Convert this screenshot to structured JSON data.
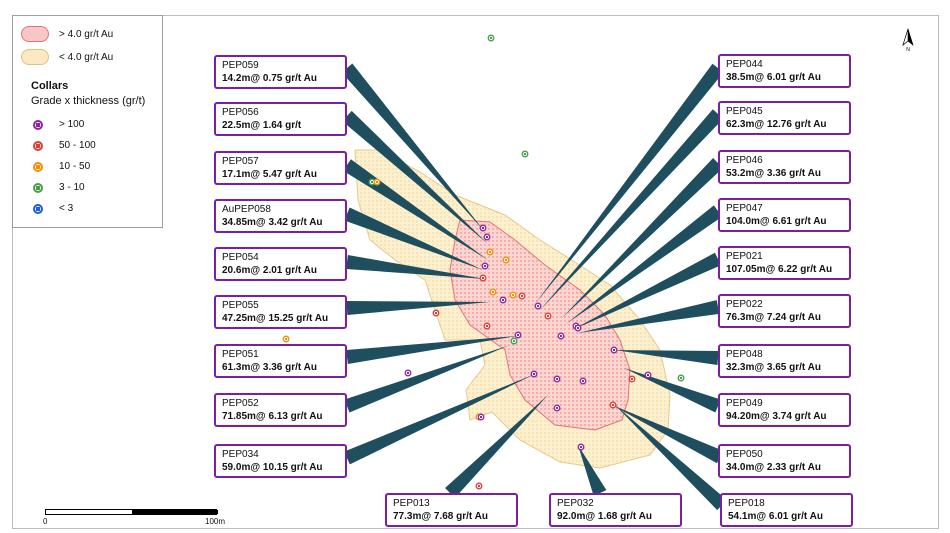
{
  "legend": {
    "zones": [
      {
        "label": "> 4.0 gr/t Au",
        "fill": "#f8c6c6",
        "stroke": "#e57373"
      },
      {
        "label": "< 4.0 gr/t Au",
        "fill": "#fbe9c4",
        "stroke": "#e0c27a"
      }
    ],
    "collars_title": "Collars",
    "collars_subtitle": "Grade x thickness (gr/t)",
    "classes": [
      {
        "label": "> 100",
        "color": "#8e24aa"
      },
      {
        "label": "50 - 100",
        "color": "#e53935"
      },
      {
        "label": "10 - 50",
        "color": "#fb8c00"
      },
      {
        "label": "3 - 10",
        "color": "#43a047"
      },
      {
        "label": "< 3",
        "color": "#1e5be0"
      }
    ]
  },
  "leader_color": "#1f4e5f",
  "callouts": [
    {
      "id": "PEP059",
      "value": "14.2m@ 0.75 gr/t Au"
    },
    {
      "id": "PEP056",
      "value": "22.5m@ 1.64 gr/t"
    },
    {
      "id": "PEP057",
      "value": "17.1m@ 5.47 gr/t Au"
    },
    {
      "id": "AuPEP058",
      "value": "34.85m@ 3.42 gr/t Au"
    },
    {
      "id": "PEP054",
      "value": "20.6m@ 2.01 gr/t Au"
    },
    {
      "id": "PEP055",
      "value": "47.25m@ 15.25 gr/t Au"
    },
    {
      "id": "PEP051",
      "value": "61.3m@ 3.36 gr/t Au"
    },
    {
      "id": "PEP052",
      "value": "71.85m@ 6.13 gr/t Au"
    },
    {
      "id": "PEP034",
      "value": "59.0m@ 10.15 gr/t Au"
    },
    {
      "id": "PEP013",
      "value": "77.3m@ 7.68 gr/t Au"
    },
    {
      "id": "PEP032",
      "value": "92.0m@ 1.68 gr/t Au"
    },
    {
      "id": "PEP044",
      "value": "38.5m@ 6.01 gr/t Au"
    },
    {
      "id": "PEP045",
      "value": "62.3m@ 12.76 gr/t Au"
    },
    {
      "id": "PEP046",
      "value": "53.2m@ 3.36 gr/t Au"
    },
    {
      "id": "PEP047",
      "value": "104.0m@ 6.61 gr/t Au"
    },
    {
      "id": "PEP021",
      "value": "107.05m@ 6.22 gr/t Au"
    },
    {
      "id": "PEP022",
      "value": "76.3m@ 7.24 gr/t Au"
    },
    {
      "id": "PEP048",
      "value": "32.3m@ 3.65 gr/t Au"
    },
    {
      "id": "PEP049",
      "value": "94.20m@ 3.74 gr/t Au"
    },
    {
      "id": "PEP050",
      "value": "34.0m@ 2.33 gr/t Au"
    },
    {
      "id": "PEP018",
      "value": "54.1m@ 6.01 gr/t Au"
    }
  ],
  "north_label": "N",
  "scale": {
    "start": "0",
    "end": "100m"
  }
}
